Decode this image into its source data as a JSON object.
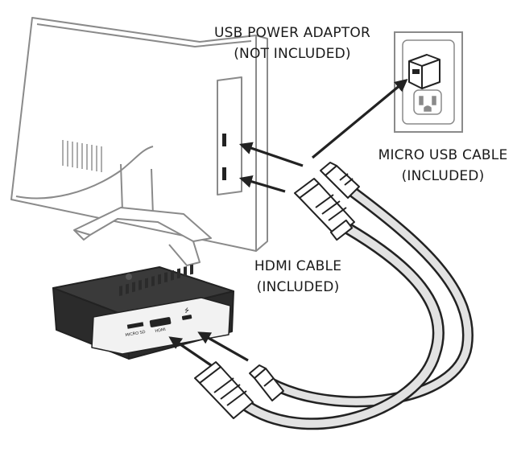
{
  "labels": {
    "usb_adaptor": {
      "line1": "USB POWER ADAPTOR",
      "line2": "(NOT INCLUDED)"
    },
    "micro_usb_cable": {
      "line1": "MICRO USB CABLE",
      "line2": "(INCLUDED)"
    },
    "hdmi_cable": {
      "line1": "HDMI CABLE",
      "line2": "(INCLUDED)"
    }
  },
  "device_port_labels": {
    "micro_sd": "MICRO SD",
    "hdmi": "HDMI"
  },
  "colors": {
    "line": "#222222",
    "tv_line": "#8a8a8a",
    "device_body": "#2b2b2b",
    "device_top": "#3a3a3a",
    "device_panel": "#f2f2f2",
    "cable": "#e2e2e2",
    "connector": "#ffffff"
  }
}
